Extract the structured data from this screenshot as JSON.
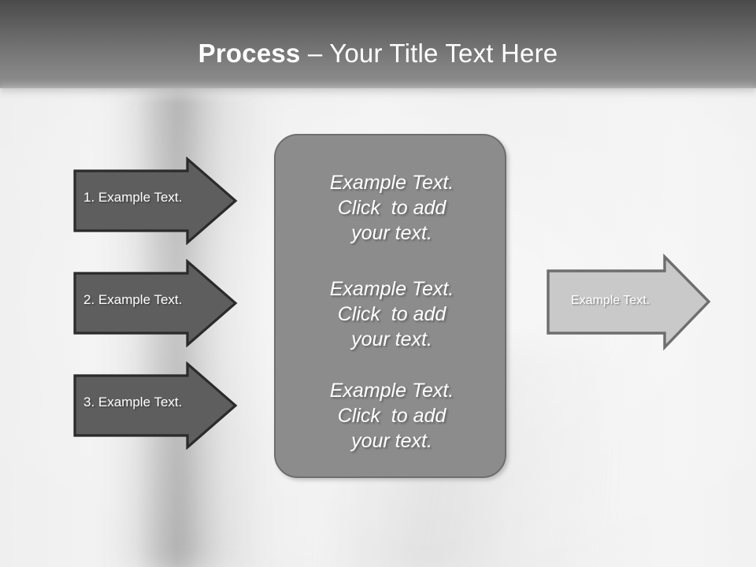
{
  "slide": {
    "title": {
      "bold_part": "Process",
      "separator": " – ",
      "regular_part": "Your Title Text Here"
    },
    "colors": {
      "header_gradient_top": "#4b4b4b",
      "header_gradient_bottom": "#8d8d8d",
      "background": "#f1f1f1",
      "arrow_dark_fill": "#5e5e5e",
      "arrow_dark_border": "#2b2b2b",
      "arrow_light_fill": "#c9c9c9",
      "arrow_light_border": "#6e6e6e",
      "panel_fill": "#8c8c8c",
      "panel_border": "#6e6e6e",
      "text_light": "#ffffff"
    }
  },
  "left_arrows": [
    {
      "label": "1. Example Text.",
      "icon": "right-arrow-shape"
    },
    {
      "label": "2. Example Text.",
      "icon": "right-arrow-shape"
    },
    {
      "label": "3. Example Text.",
      "icon": "right-arrow-shape"
    }
  ],
  "center_panel": {
    "blocks": [
      {
        "line1": "Example Text.",
        "line2": "Click  to add",
        "line3": "your text."
      },
      {
        "line1": "Example Text.",
        "line2": "Click  to add",
        "line3": "your text."
      },
      {
        "line1": "Example Text.",
        "line2": "Click  to add",
        "line3": "your text."
      }
    ]
  },
  "right_arrow": {
    "label": "Example Text.",
    "icon": "right-arrow-shape"
  }
}
